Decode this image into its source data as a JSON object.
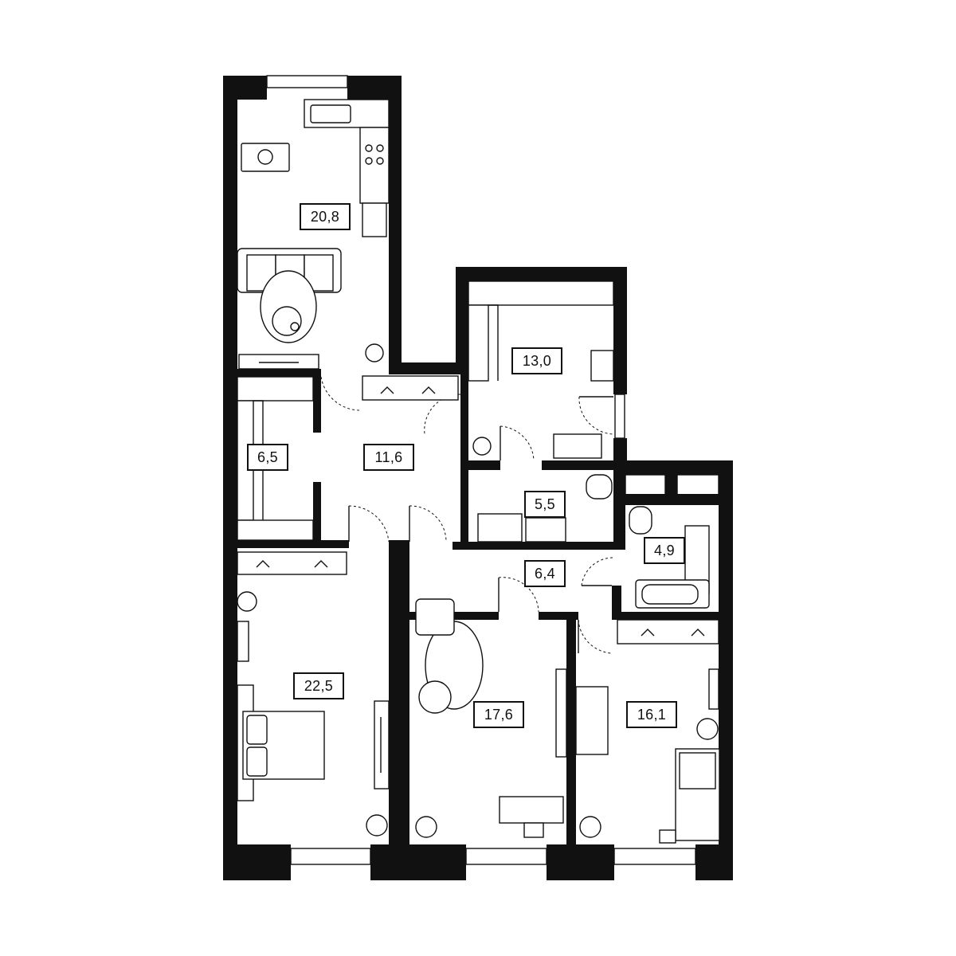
{
  "floor_plan": {
    "rooms": [
      {
        "id": "kitchen-living",
        "area": "20,8"
      },
      {
        "id": "dressing-room-left",
        "area": "6,5"
      },
      {
        "id": "hall",
        "area": "11,6"
      },
      {
        "id": "dressing-room-right",
        "area": "13,0"
      },
      {
        "id": "bathroom-small",
        "area": "5,5"
      },
      {
        "id": "bathroom",
        "area": "4,9"
      },
      {
        "id": "corridor",
        "area": "6,4"
      },
      {
        "id": "bedroom-master",
        "area": "22,5"
      },
      {
        "id": "bedroom-middle",
        "area": "17,6"
      },
      {
        "id": "bedroom-right",
        "area": "16,1"
      }
    ],
    "colors": {
      "wall": "#111111",
      "background": "#ffffff"
    }
  }
}
